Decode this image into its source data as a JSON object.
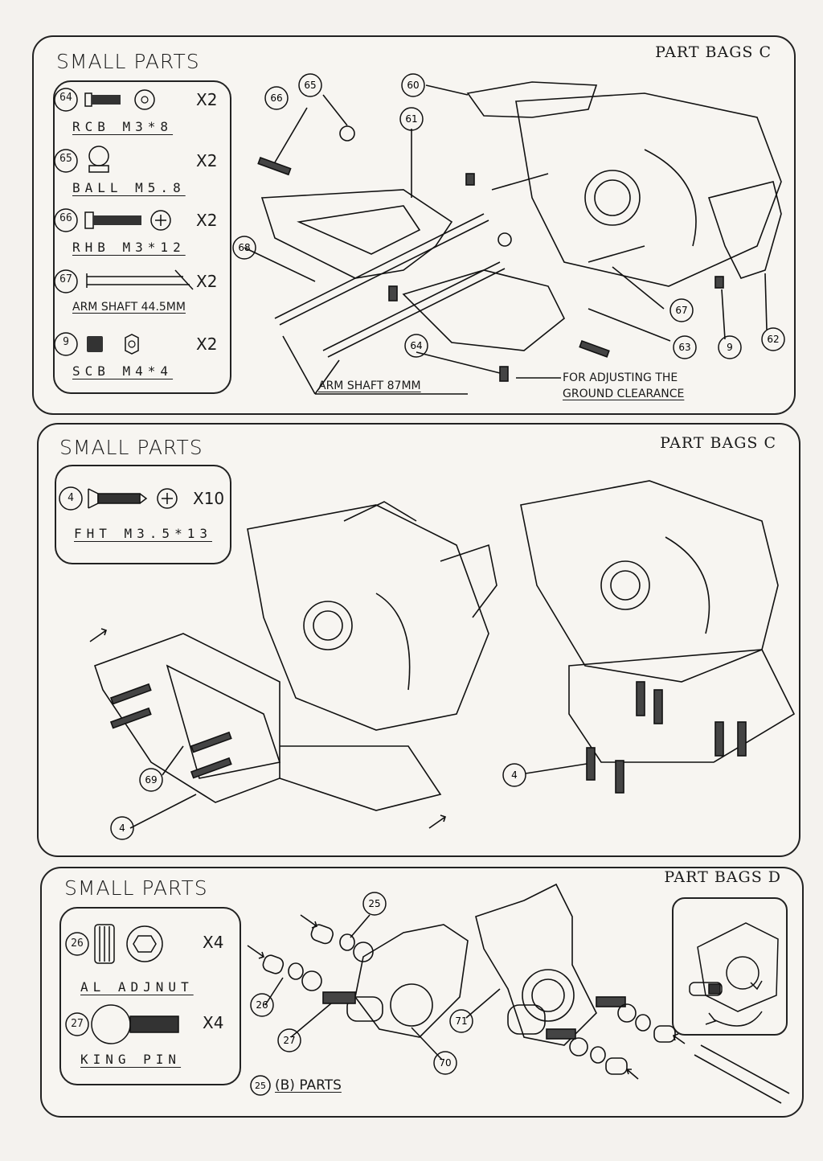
{
  "panel1": {
    "title": "SMALL PARTS",
    "bag": "PART BAGS C",
    "parts": [
      {
        "num": "64",
        "name": "RCB  M3*8",
        "qty": "X2"
      },
      {
        "num": "65",
        "name": "BALL  M5.8",
        "qty": "X2"
      },
      {
        "num": "66",
        "name": "RHB  M3*12",
        "qty": "X2"
      },
      {
        "num": "67",
        "name": "ARM SHAFT 44.5MM",
        "qty": "X2"
      },
      {
        "num": "9",
        "name": "SCB  M4*4",
        "qty": "X2"
      }
    ],
    "callouts": [
      "60",
      "61",
      "62",
      "63",
      "64",
      "65",
      "66",
      "67",
      "68",
      "9"
    ],
    "arm_shaft_label": "ARM SHAFT 87MM",
    "note_line1": "FOR ADJUSTING THE",
    "note_line2": "GROUND CLEARANCE"
  },
  "panel2": {
    "title": "SMALL PARTS",
    "bag": "PART BAGS C",
    "parts": [
      {
        "num": "4",
        "name": "FHT  M3.5*13",
        "qty": "X10"
      }
    ],
    "callouts": [
      "69",
      "4",
      "4"
    ]
  },
  "panel3": {
    "title": "SMALL PARTS",
    "bag": "PART BAGS D",
    "parts": [
      {
        "num": "26",
        "name": "AL  ADJNUT",
        "qty": "X4"
      },
      {
        "num": "27",
        "name": "KING  PIN",
        "qty": "X4"
      }
    ],
    "callouts": [
      "25",
      "26",
      "27",
      "70",
      "71"
    ],
    "b_parts_num": "25",
    "b_parts_label": "(B) PARTS"
  }
}
